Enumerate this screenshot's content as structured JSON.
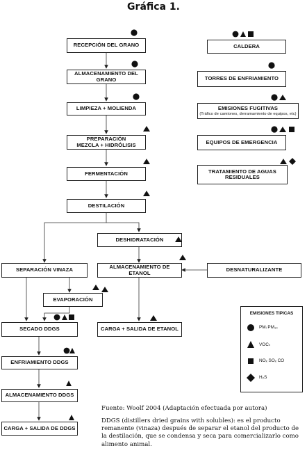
{
  "title": "Gráfica 1.",
  "left_flow": {
    "recepcion": "RECEPCIÓN DEL GRANO",
    "almacenamiento_grano": "ALMACENAMIENTO DEL GRANO",
    "limpieza": "LIMPIEZA + MOLIENDA",
    "preparacion": "PREPARACIÓN MEZCLA + HIDRÓLISIS",
    "fermentacion": "FERMENTACIÓN",
    "destilacion": "DESTILACIÓN",
    "deshidratacion": "DESHIDRATACIÓN",
    "separacion": "SEPARACIÓN VINAZA",
    "almacenamiento_etanol": "ALMACENAMIENTO DE ETANOL",
    "desnaturalizante": "DESNATURALIZANTE",
    "evaporacion": "EVAPORACIÓN",
    "secado": "SECADO DDGS",
    "carga_etanol": "CARGA + SALIDA DE ETANOL",
    "enfriamiento": "ENFRIAMIENTO DDGS",
    "almacenamiento_ddgs": "ALMACENAMIENTO DDGS",
    "carga_ddgs": "CARGA + SALIDA DE DDGS"
  },
  "right_column": {
    "caldera": "CALDERA",
    "torres": "TORRES DE ENFRIAMIENTO",
    "emisiones_title": "EMISIONES FUGITIVAS",
    "emisiones_note": "(Tráfico de camiones, derramamiento de equipos, etc)",
    "equipos": "EQUIPOS DE EMERGENCIA",
    "tratamiento_line1": "TRATAMIENTO DE AGUAS",
    "tratamiento_line2": "RESIDUALES"
  },
  "legend": {
    "title": "EMISIONES TIPICAS",
    "items": [
      {
        "symbol": "circle",
        "label": "PMᵢ PM₁₀"
      },
      {
        "symbol": "triangle",
        "label": "VOCₛ"
      },
      {
        "symbol": "square",
        "label": "NOₓ SOₓ CO"
      },
      {
        "symbol": "diamond",
        "label": "H₂S"
      }
    ]
  },
  "caption": {
    "source": "Fuente: Woolf 2004 (Adaptación efectuada por autora)",
    "note": "DDGS (distillers dried grains with solubles): es el producto remanente (vinaza) después de separar el etanol del producto de la destilación, que se condensa y seca para comercializarlo como alimento animal."
  },
  "colors": {
    "ink": "#111111",
    "line": "#333333"
  }
}
